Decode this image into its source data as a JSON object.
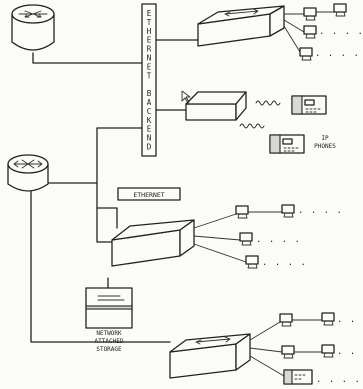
{
  "backbone": {
    "letters": [
      "E",
      "T",
      "H",
      "E",
      "R",
      "N",
      "E",
      "T",
      " ",
      "B",
      "A",
      "C",
      "K",
      "E",
      "N",
      "D"
    ]
  },
  "switch_label": "ETHERNET",
  "nas_label_lines": [
    "NETWORK",
    "ATTACHED",
    "STORAGE"
  ],
  "ip_phones_label_lines": [
    "IP",
    "PHONES"
  ],
  "trailing_dots": ". . . ."
}
